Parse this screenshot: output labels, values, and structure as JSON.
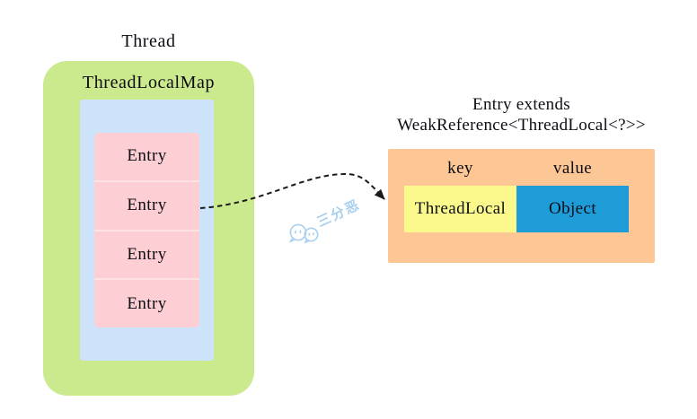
{
  "thread_diagram": {
    "title": "Thread",
    "map_label": "ThreadLocalMap",
    "entries": [
      "Entry",
      "Entry",
      "Entry",
      "Entry"
    ]
  },
  "entry_detail": {
    "title_line1": "Entry extends",
    "title_line2": "WeakReference<ThreadLocal<?>>",
    "key_header": "key",
    "value_header": "value",
    "key_cell": "ThreadLocal",
    "value_cell": "Object"
  },
  "watermark": {
    "icon": "wechat-bubbles-icon",
    "text": "三分恶",
    "color": "#a9d0ef"
  },
  "colors": {
    "thread_box": "#cbea8e",
    "map_box": "#cce3fa",
    "entries_box": "#fee2e5",
    "entry_cell": "#fdcfd4",
    "detail_box": "#fcc795",
    "key_cell": "#fbf98c",
    "value_cell": "#1e9cd8",
    "arrow": "#1a1a1a",
    "text": "#0d0d15"
  }
}
